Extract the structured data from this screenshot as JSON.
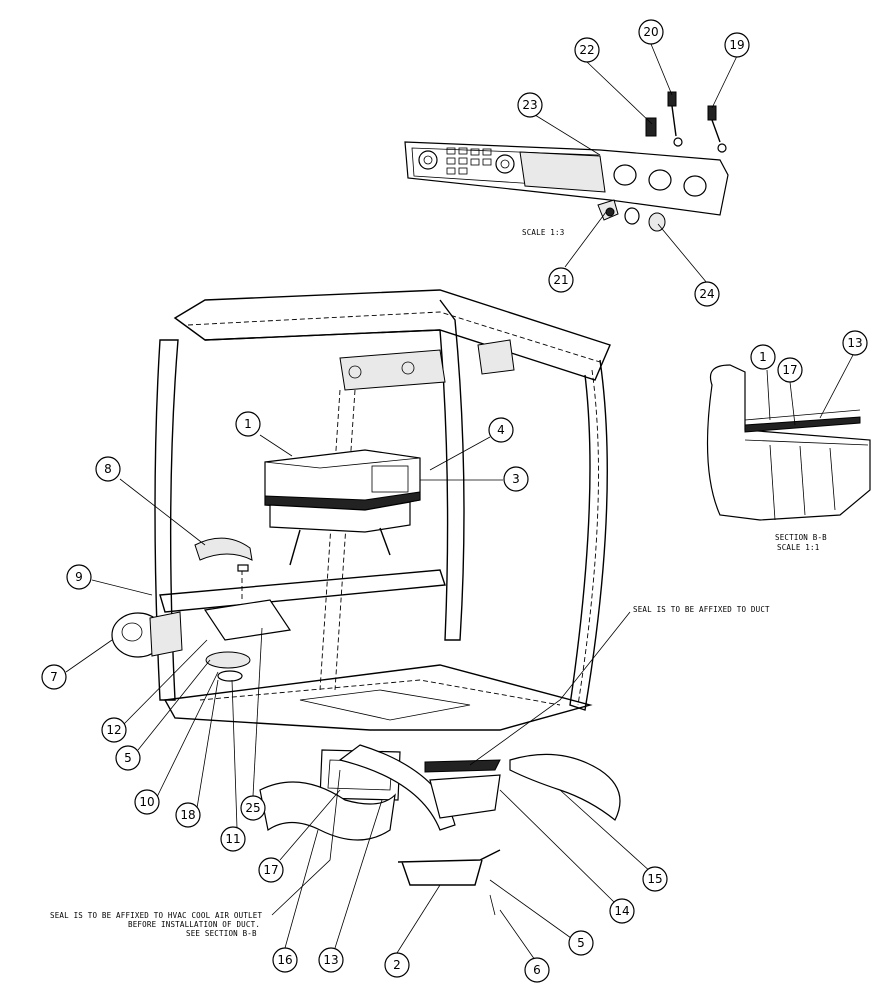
{
  "notes": {
    "scale_top": "SCALE 1:3",
    "section_title": "SECTION B-B",
    "section_scale": "SCALE 1:1",
    "seal_duct": "SEAL IS TO BE AFFIXED TO DUCT",
    "seal_outlet_1": "SEAL IS TO BE AFFIXED TO HVAC COOL AIR OUTLET",
    "seal_outlet_2": "BEFORE INSTALLATION OF DUCT.",
    "seal_outlet_3": "SEE SECTION B-B"
  },
  "callouts": [
    {
      "id": "c22",
      "label": "22"
    },
    {
      "id": "c20",
      "label": "20"
    },
    {
      "id": "c19",
      "label": "19"
    },
    {
      "id": "c23",
      "label": "23"
    },
    {
      "id": "c21",
      "label": "21"
    },
    {
      "id": "c24",
      "label": "24"
    },
    {
      "id": "c1",
      "label": "1"
    },
    {
      "id": "c4",
      "label": "4"
    },
    {
      "id": "c3",
      "label": "3"
    },
    {
      "id": "c8",
      "label": "8"
    },
    {
      "id": "c9",
      "label": "9"
    },
    {
      "id": "c7",
      "label": "7"
    },
    {
      "id": "c12",
      "label": "12"
    },
    {
      "id": "c5a",
      "label": "5"
    },
    {
      "id": "c10",
      "label": "10"
    },
    {
      "id": "c18",
      "label": "18"
    },
    {
      "id": "c11",
      "label": "11"
    },
    {
      "id": "c25",
      "label": "25"
    },
    {
      "id": "c17",
      "label": "17"
    },
    {
      "id": "c16",
      "label": "16"
    },
    {
      "id": "c13",
      "label": "13"
    },
    {
      "id": "c2",
      "label": "2"
    },
    {
      "id": "c6",
      "label": "6"
    },
    {
      "id": "c5b",
      "label": "5"
    },
    {
      "id": "c14",
      "label": "14"
    },
    {
      "id": "c15",
      "label": "15"
    },
    {
      "id": "s1",
      "label": "1"
    },
    {
      "id": "s17",
      "label": "17"
    },
    {
      "id": "s13",
      "label": "13"
    }
  ]
}
